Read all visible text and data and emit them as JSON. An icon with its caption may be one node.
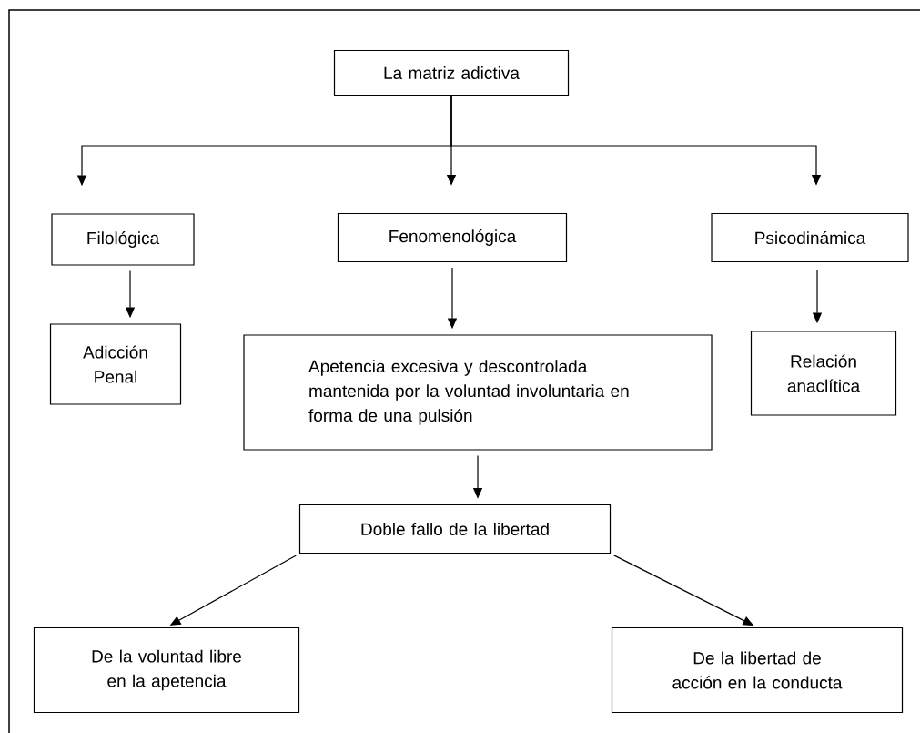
{
  "diagram": {
    "nodes": [
      {
        "text": [
          "La matriz adictiva"
        ]
      },
      {
        "text": [
          "Filológica"
        ]
      },
      {
        "text": [
          "Fenomenológica"
        ]
      },
      {
        "text": [
          "Psicodinámica"
        ]
      },
      {
        "text": [
          "Adicción Penal"
        ]
      },
      {
        "text": [
          "Apetencia excesiva y descontrolada mantenida por la voluntad involuntaria en forma de una pulsión"
        ]
      },
      {
        "text": [
          "Relación anaclítica"
        ]
      },
      {
        "text": [
          "Doble fallo de la libertad"
        ]
      },
      {
        "text": [
          "De la voluntad libre en la apetencia"
        ]
      },
      {
        "text": [
          "De la libertad de acción en la conducta"
        ]
      }
    ],
    "edges": [
      {
        "from": 0,
        "to": 1,
        "arrow": "to"
      },
      {
        "from": 0,
        "to": 2,
        "arrow": "to"
      },
      {
        "from": 0,
        "to": 3,
        "arrow": "to"
      },
      {
        "from": 1,
        "to": 4,
        "arrow": "to"
      },
      {
        "from": 2,
        "to": 5,
        "arrow": "to"
      },
      {
        "from": 3,
        "to": 6,
        "arrow": "to"
      },
      {
        "from": 5,
        "to": 7,
        "arrow": "to"
      },
      {
        "from": 7,
        "to": 8,
        "arrow": "to"
      },
      {
        "from": 7,
        "to": 9,
        "arrow": "to"
      }
    ]
  }
}
